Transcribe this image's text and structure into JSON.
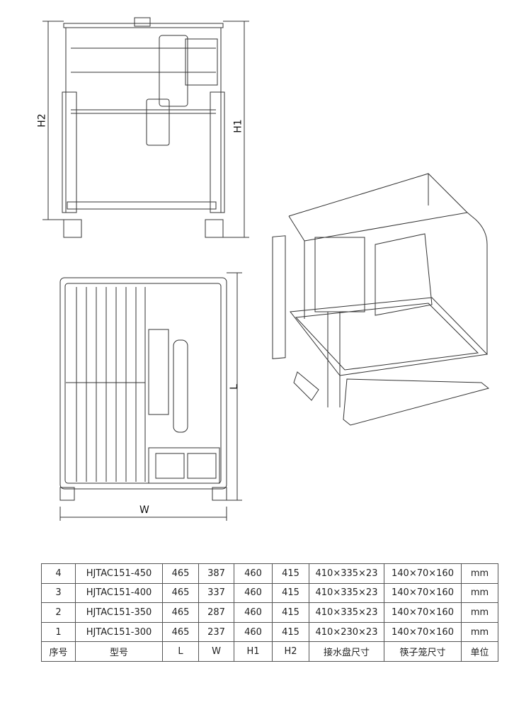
{
  "drawing": {
    "front_view": {
      "label_h2": "H2",
      "label_h1": "H1"
    },
    "top_view": {
      "label_l": "L",
      "label_w": "W"
    }
  },
  "spec_table": {
    "headers": [
      "序号",
      "型号",
      "L",
      "W",
      "H1",
      "H2",
      "接水盘尺寸",
      "筷子笼尺寸",
      "单位"
    ],
    "rows": [
      [
        "4",
        "HJTAC151-450",
        "465",
        "387",
        "460",
        "415",
        "410×335×23",
        "140×70×160",
        "mm"
      ],
      [
        "3",
        "HJTAC151-400",
        "465",
        "337",
        "460",
        "415",
        "410×335×23",
        "140×70×160",
        "mm"
      ],
      [
        "2",
        "HJTAC151-350",
        "465",
        "287",
        "460",
        "415",
        "410×335×23",
        "140×70×160",
        "mm"
      ],
      [
        "1",
        "HJTAC151-300",
        "465",
        "237",
        "460",
        "415",
        "410×230×23",
        "140×70×160",
        "mm"
      ]
    ]
  }
}
